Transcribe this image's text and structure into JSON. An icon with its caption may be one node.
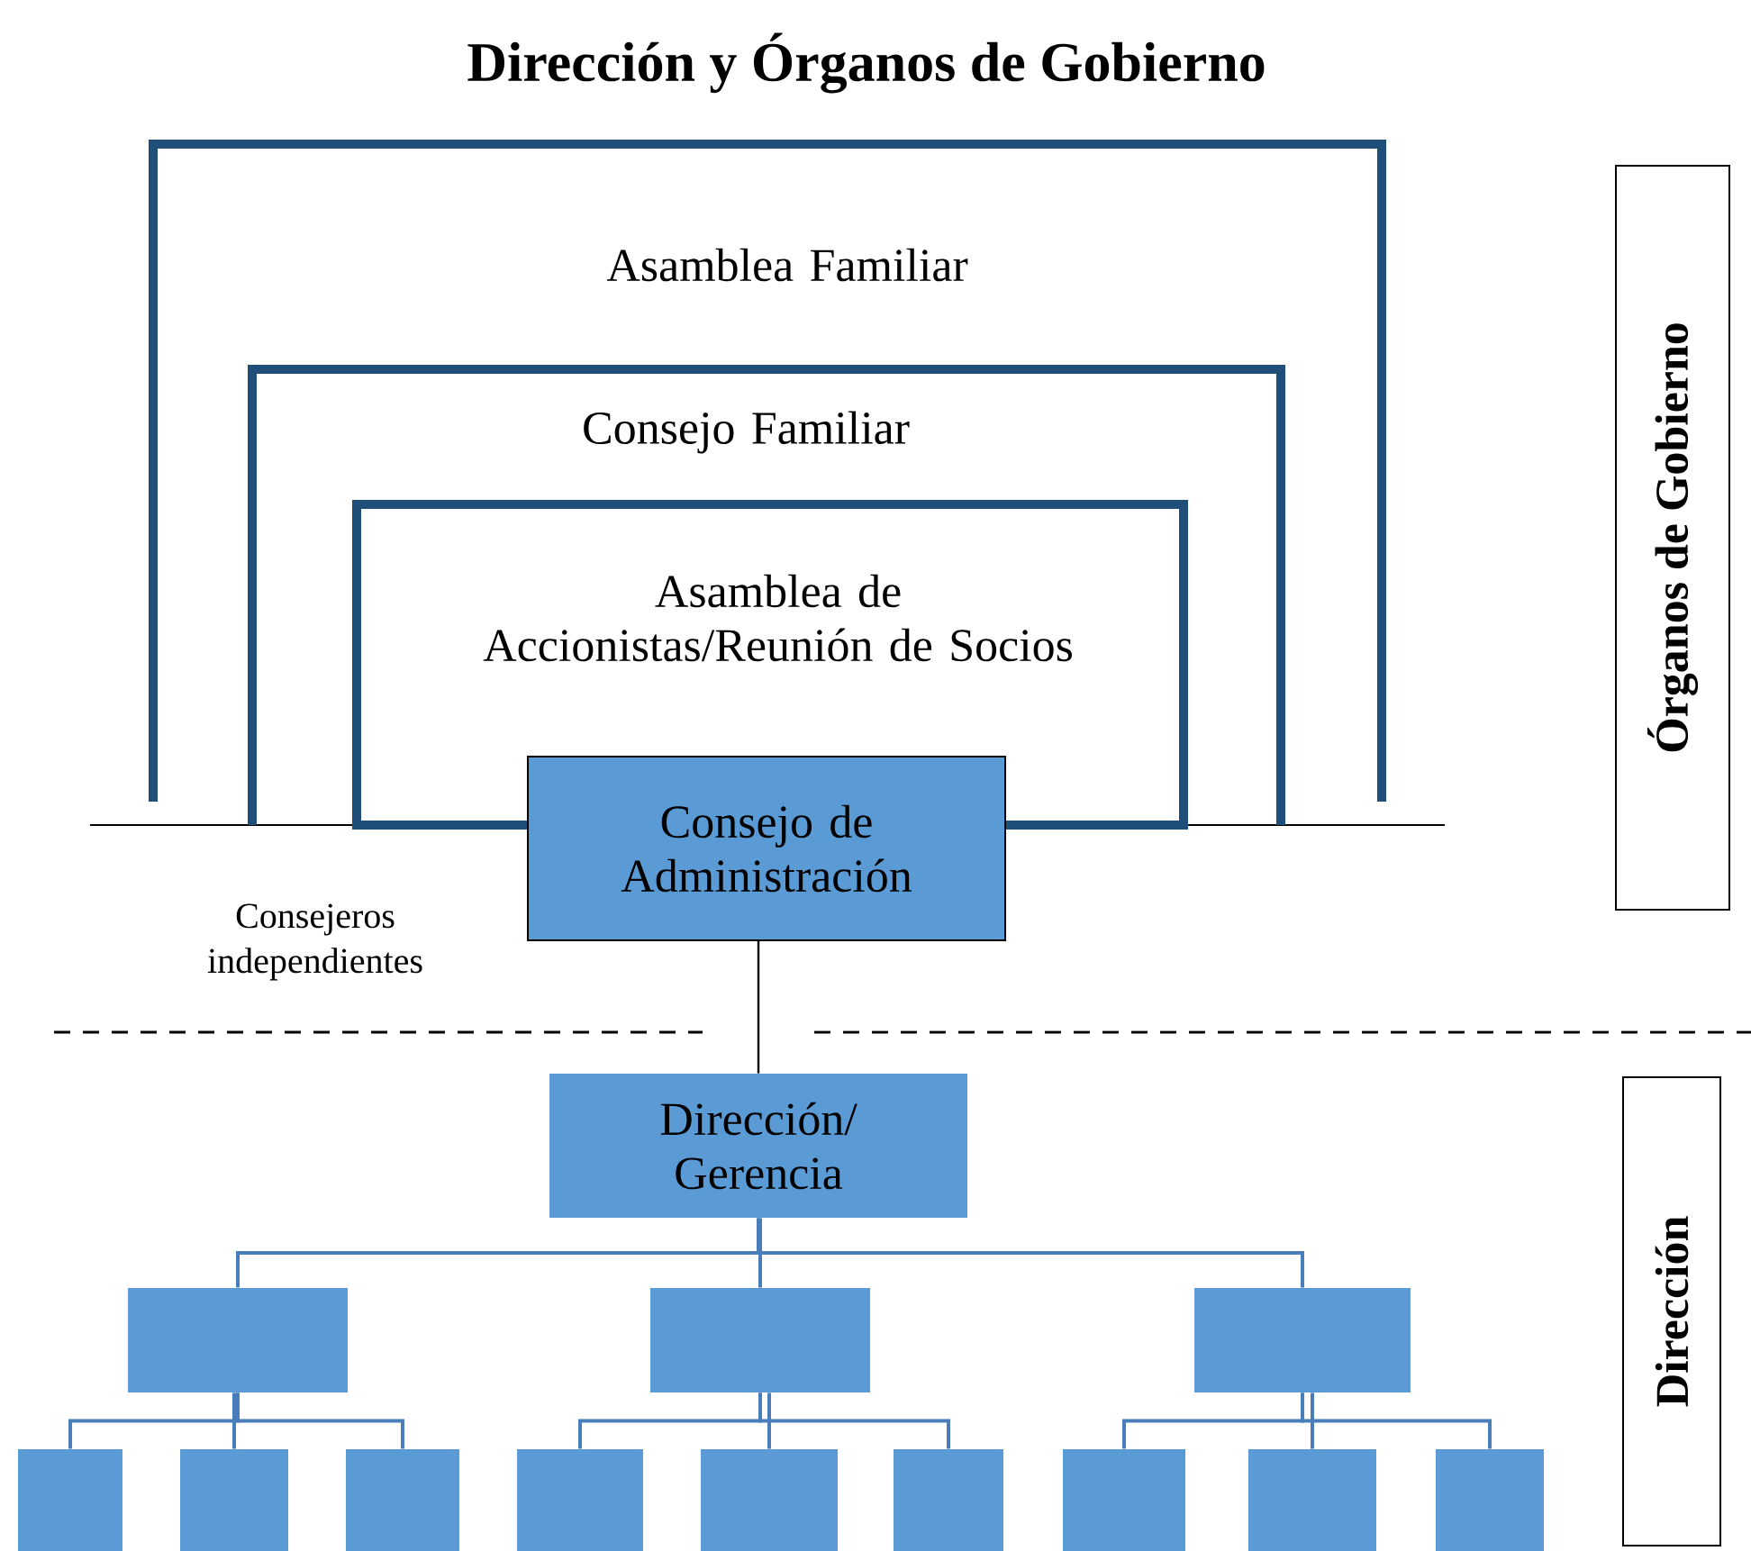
{
  "diagram": {
    "title": "Dirección y Órganos de Gobierno",
    "nodes": [
      {
        "text": [
          "Asamblea Familiar"
        ]
      },
      {
        "text": [
          "Consejo Familiar"
        ],
        "in": 0
      },
      {
        "text": [
          "Asamblea de Accionistas/Reunión de Socios"
        ],
        "in": 1
      },
      {
        "text": [
          "Consejo de Administración"
        ]
      },
      {
        "text": [
          "Dirección/Gerencia"
        ]
      },
      {
        "text": [],
        "shape": "box"
      },
      {
        "text": [],
        "shape": "box"
      },
      {
        "text": [],
        "shape": "box"
      },
      {
        "text": [],
        "shape": "box"
      },
      {
        "text": [],
        "shape": "box"
      },
      {
        "text": [],
        "shape": "box"
      },
      {
        "text": [],
        "shape": "box"
      },
      {
        "text": [],
        "shape": "box"
      },
      {
        "text": [],
        "shape": "box"
      },
      {
        "text": [],
        "shape": "box"
      },
      {
        "text": [],
        "shape": "box"
      },
      {
        "text": [],
        "shape": "box"
      },
      {
        "text": [
          "Órganos de Gobierno"
        ]
      },
      {
        "text": [
          "Dirección"
        ]
      }
    ],
    "edges": [
      {
        "from": 3,
        "to": 4,
        "arrow": "none",
        "color": "#000000"
      },
      {
        "from": 4,
        "to": 5,
        "arrow": "none"
      },
      {
        "from": 4,
        "to": 6,
        "arrow": "none"
      },
      {
        "from": 4,
        "to": 7,
        "arrow": "none"
      },
      {
        "from": 5,
        "to": 8,
        "arrow": "none"
      },
      {
        "from": 5,
        "to": 9,
        "arrow": "none"
      },
      {
        "from": 5,
        "to": 10,
        "arrow": "none"
      },
      {
        "from": 6,
        "to": 11,
        "arrow": "none"
      },
      {
        "from": 6,
        "to": 12,
        "arrow": "none"
      },
      {
        "from": 6,
        "to": 13,
        "arrow": "none"
      },
      {
        "from": 7,
        "to": 14,
        "arrow": "none"
      },
      {
        "from": 7,
        "to": 15,
        "arrow": "none"
      },
      {
        "from": 7,
        "to": 16,
        "arrow": "none"
      }
    ],
    "labels": [
      "Consejeros independientes"
    ]
  }
}
